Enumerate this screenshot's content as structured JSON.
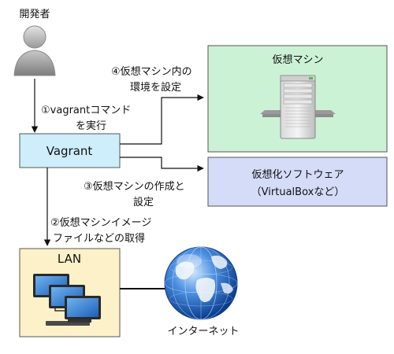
{
  "nodes": {
    "developer": {
      "label": "開発者"
    },
    "vagrant": {
      "label": "Vagrant"
    },
    "vm": {
      "label": "仮想マシン"
    },
    "virtualization": {
      "line1": "仮想化ソフトウェア",
      "line2": "（VirtualBoxなど）"
    },
    "lan": {
      "label": "LAN"
    },
    "internet": {
      "label": "インターネット"
    }
  },
  "steps": {
    "step1": {
      "line1": "①vagrantコマンド",
      "line2": "を実行"
    },
    "step2": {
      "line1": "②仮想マシンイメージ",
      "line2": "ファイルなどの取得"
    },
    "step3": {
      "line1": "③仮想マシンの作成と",
      "line2": "設定"
    },
    "step4": {
      "line1": "④仮想マシン内の",
      "line2": "環境を設定"
    }
  },
  "colors": {
    "vagrant_fill": "#cdeefa",
    "vm_fill": "#ccf2d6",
    "virtualization_fill": "#d4dcf8",
    "lan_fill": "#fdf1c9",
    "line": "#111111"
  },
  "icons": {
    "developer": "user-silhouette-icon",
    "vm": "server-icon",
    "lan": "networked-computers-icon",
    "internet": "globe-icon"
  }
}
